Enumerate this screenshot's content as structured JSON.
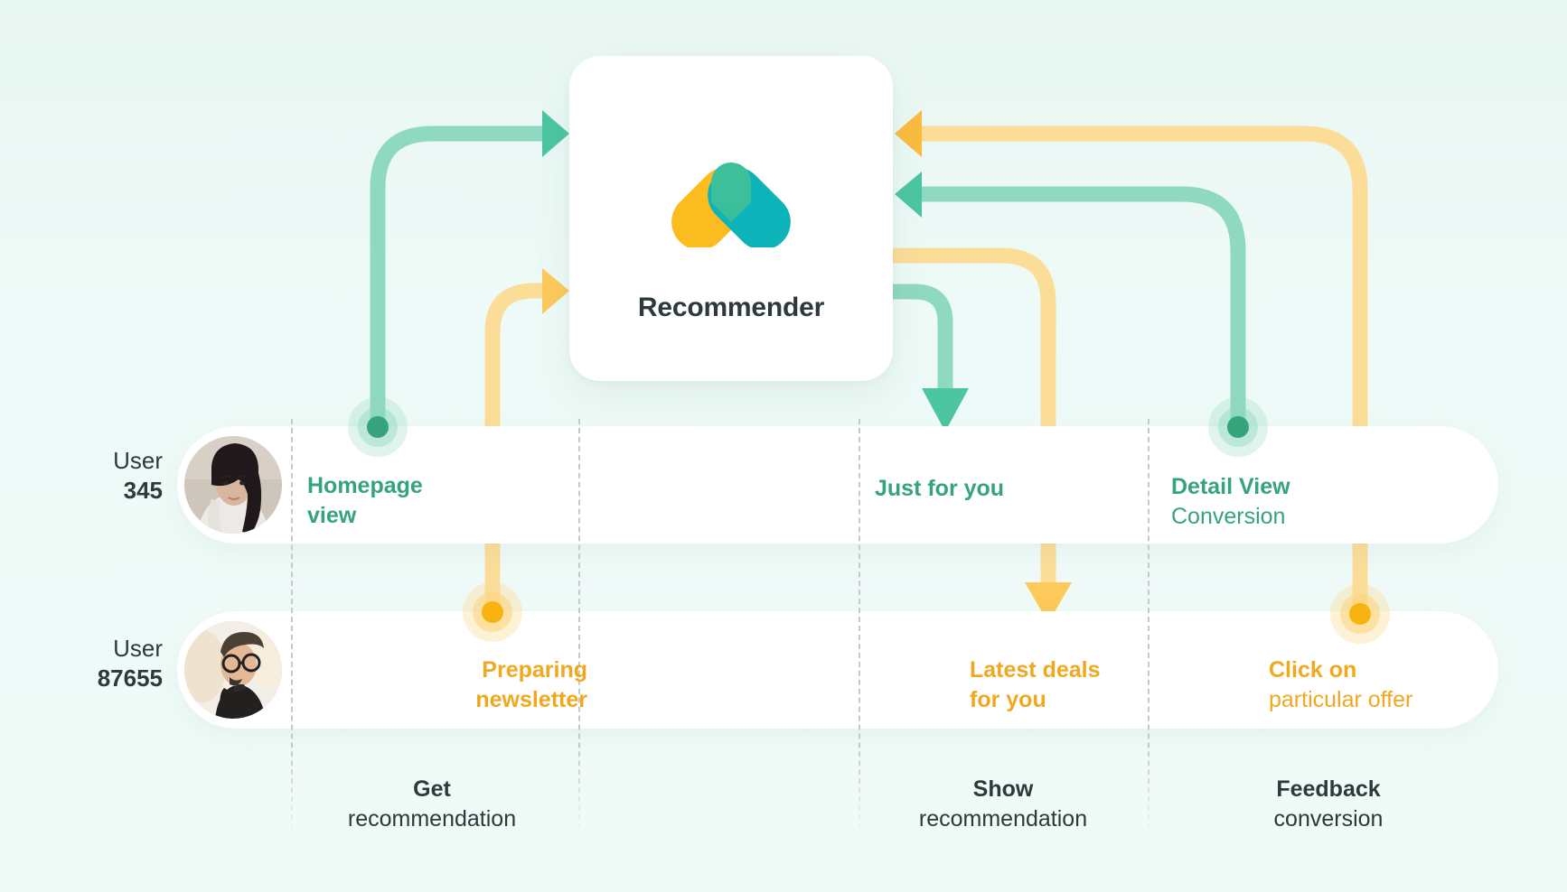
{
  "colors": {
    "background": "#eff9f7",
    "green": "#35a37c",
    "green_flow": "#8fd9c0",
    "yellow": "#f5a623",
    "yellow_flow": "#fbdd98",
    "logo_yellow": "#fbbc1f",
    "logo_teal": "#0cb3b8",
    "logo_green": "#3cbf9a",
    "text_dark": "#2c3a3b",
    "divider": "#c2cbc9"
  },
  "recommender": {
    "title": "Recommender",
    "logo_name": "recommender-logo"
  },
  "rows": [
    {
      "id": "user-345",
      "label_line1": "User",
      "label_line2": "345",
      "avatar_name": "avatar-user-345",
      "events": [
        {
          "id": "homepage-view",
          "main": "Homepage",
          "sub": "view",
          "color": "green",
          "marker": true
        },
        {
          "id": "just-for-you",
          "main": "Just for you",
          "sub": "",
          "color": "green",
          "marker": false
        },
        {
          "id": "detail-view",
          "main": "Detail View",
          "sub": "Conversion",
          "color": "green",
          "marker": true
        }
      ]
    },
    {
      "id": "user-87655",
      "label_line1": "User",
      "label_line2": "87655",
      "avatar_name": "avatar-user-87655",
      "events": [
        {
          "id": "preparing-newsletter",
          "main": "Preparing",
          "sub": "newsletter",
          "color": "yellow",
          "marker": true
        },
        {
          "id": "latest-deals",
          "main": "Latest deals",
          "sub": "for you",
          "color": "yellow",
          "marker": false
        },
        {
          "id": "click-on-offer",
          "main": "Click on",
          "sub": "particular offer",
          "color": "yellow",
          "marker": true
        }
      ]
    }
  ],
  "phases": [
    {
      "id": "get-recommendation",
      "main": "Get",
      "sub": "recommendation"
    },
    {
      "id": "show-recommendation",
      "main": "Show",
      "sub": "recommendation"
    },
    {
      "id": "feedback-conversion",
      "main": "Feedback",
      "sub": "conversion"
    }
  ],
  "flows": [
    {
      "id": "homepage-to-recommender",
      "color": "green",
      "direction": "into-card"
    },
    {
      "id": "newsletter-to-recommender",
      "color": "yellow",
      "direction": "into-card"
    },
    {
      "id": "detail-to-recommender",
      "color": "green",
      "direction": "into-card"
    },
    {
      "id": "click-to-recommender",
      "color": "yellow",
      "direction": "into-card"
    },
    {
      "id": "recommender-to-justforyou",
      "color": "green",
      "direction": "out-of-card"
    },
    {
      "id": "recommender-to-latestdeals",
      "color": "yellow",
      "direction": "out-of-card"
    }
  ]
}
